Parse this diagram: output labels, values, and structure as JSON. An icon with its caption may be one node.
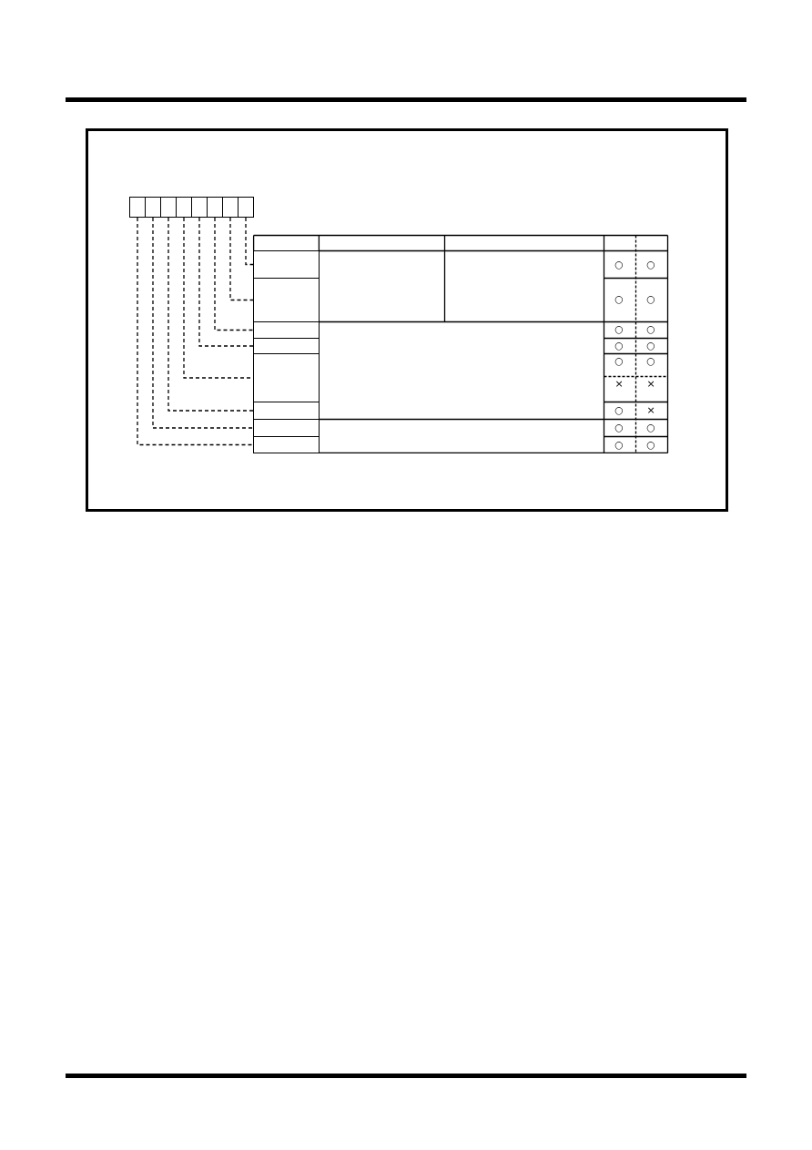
{
  "diagram": {
    "nodes": [
      {
        "text": [],
        "shape": "box"
      },
      {
        "text": [],
        "shape": "box"
      },
      {
        "text": [],
        "shape": "box"
      },
      {
        "text": [],
        "shape": "box"
      },
      {
        "text": [],
        "shape": "box"
      },
      {
        "text": [],
        "shape": "box"
      },
      {
        "text": [],
        "shape": "box"
      },
      {
        "text": [],
        "shape": "box"
      },
      {
        "text": [],
        "shape": "box"
      },
      {
        "text": [],
        "shape": "box"
      },
      {
        "text": [],
        "shape": "box"
      },
      {
        "text": [],
        "shape": "box"
      },
      {
        "text": [],
        "shape": "box"
      },
      {
        "text": [],
        "shape": "box"
      },
      {
        "text": [],
        "shape": "box"
      },
      {
        "text": [],
        "shape": "box"
      }
    ],
    "edges": [
      {
        "from": 7,
        "to": 8,
        "arrow": "none",
        "style": "dashed"
      },
      {
        "from": 6,
        "to": 9,
        "arrow": "none",
        "style": "dashed"
      },
      {
        "from": 5,
        "to": 10,
        "arrow": "none",
        "style": "dashed"
      },
      {
        "from": 4,
        "to": 11,
        "arrow": "none",
        "style": "dashed"
      },
      {
        "from": 3,
        "to": 12,
        "arrow": "none",
        "style": "dashed"
      },
      {
        "from": 2,
        "to": 13,
        "arrow": "none",
        "style": "dashed"
      },
      {
        "from": 1,
        "to": 14,
        "arrow": "none",
        "style": "dashed"
      },
      {
        "from": 0,
        "to": 15,
        "arrow": "none",
        "style": "dashed"
      }
    ],
    "labels": [
      "○",
      "○",
      "○",
      "○",
      "○",
      "○",
      "○",
      "○",
      "○",
      "○",
      "×",
      "×",
      "○",
      "×",
      "○",
      "○",
      "○",
      "○"
    ]
  }
}
